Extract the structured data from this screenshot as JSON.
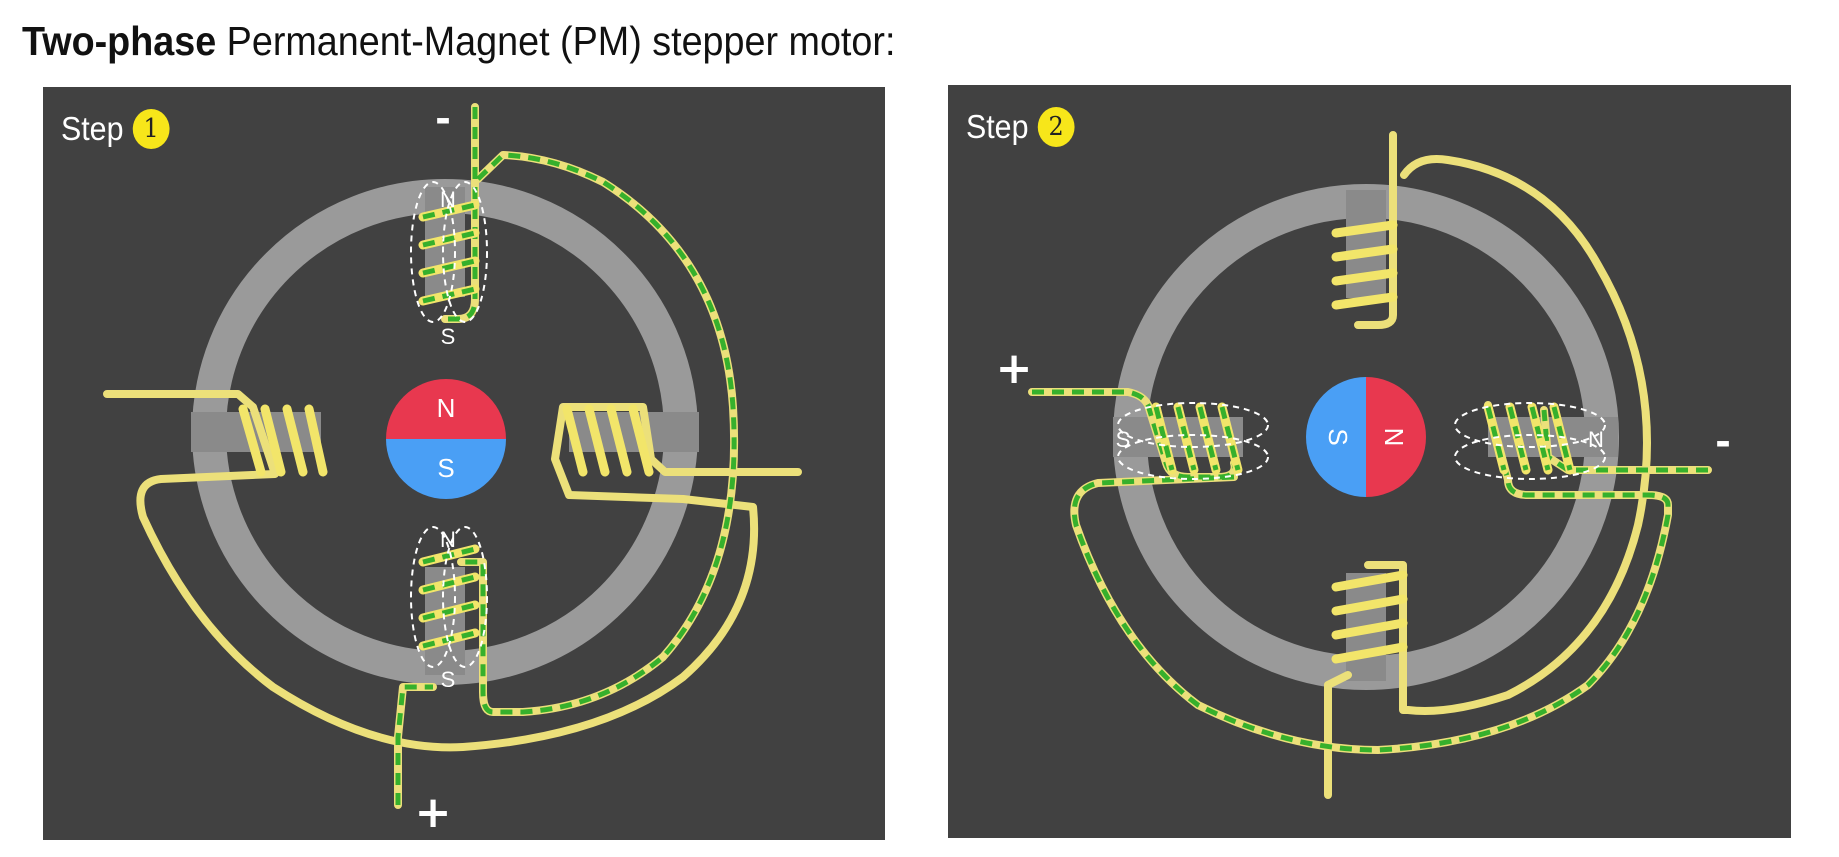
{
  "title": {
    "bold": "Two-phase",
    "rest": " Permanent-Magnet (PM) stepper motor:"
  },
  "panels": [
    {
      "step_label": "Step",
      "step_number": "1",
      "minus": "-",
      "plus": "+",
      "top_pole_n": "N",
      "top_pole_s": "S",
      "bottom_pole_n": "N",
      "bottom_pole_s": "S",
      "rotor_n": "N",
      "rotor_s": "S"
    },
    {
      "step_label": "Step",
      "step_number": "2",
      "minus": "-",
      "plus": "+",
      "left_pole_s": "S",
      "right_pole_n": "N",
      "rotor_n": "N",
      "rotor_s": "S"
    }
  ],
  "colors": {
    "panel_bg": "#414141",
    "stator": "#9a9a9a",
    "wire": "#ece07a",
    "current": "#36b02c",
    "rotor_north": "#e8384f",
    "rotor_south": "#4a9ff5",
    "badge": "#f7e61a"
  }
}
